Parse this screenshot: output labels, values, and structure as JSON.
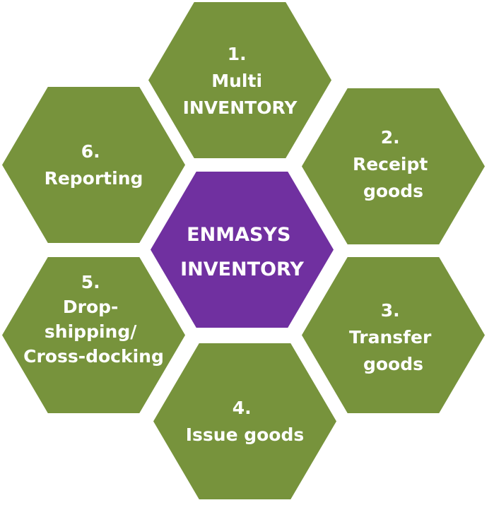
{
  "colors": {
    "center": "#7030A0",
    "module": "#77933C",
    "text": "#FFFFFF"
  },
  "center": {
    "lines": [
      "ENMASYS",
      "INVENTORY"
    ]
  },
  "modules": [
    {
      "lines": [
        "1.",
        "Multi",
        "INVENTORY"
      ]
    },
    {
      "lines": [
        "2.",
        "Receipt",
        "goods"
      ]
    },
    {
      "lines": [
        "3.",
        "Transfer",
        "goods"
      ]
    },
    {
      "lines": [
        "4.",
        "Issue goods"
      ]
    },
    {
      "lines": [
        "5.",
        "Drop-",
        "shipping/",
        "Cross-docking"
      ]
    },
    {
      "lines": [
        "6.",
        "Reporting"
      ]
    }
  ]
}
